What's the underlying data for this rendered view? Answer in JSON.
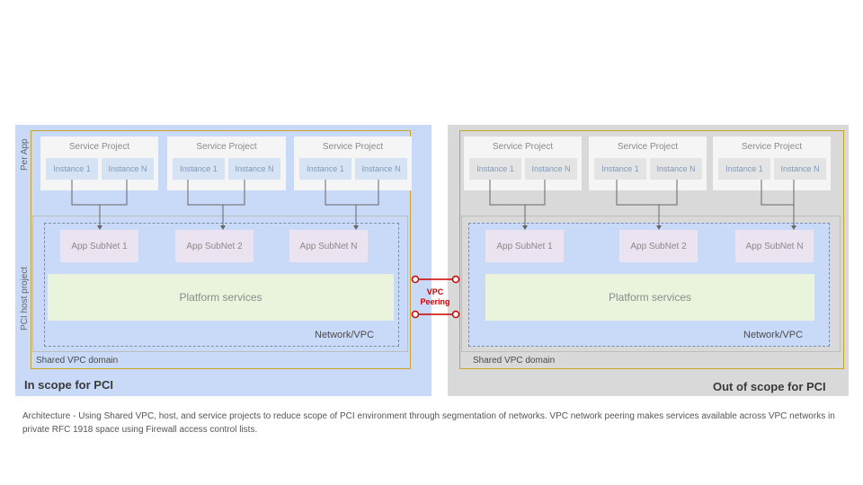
{
  "left": {
    "service_projects": [
      {
        "title": "Service Project",
        "instance_1": "Instance 1",
        "instance_n": "Instance N"
      },
      {
        "title": "Service Project",
        "instance_1": "Instance 1",
        "instance_n": "Instance N"
      },
      {
        "title": "Service Project",
        "instance_1": "Instance 1",
        "instance_n": "Instance N"
      }
    ],
    "subnets": [
      "App SubNet 1",
      "App SubNet 2",
      "App SubNet N"
    ],
    "platform": "Platform services",
    "network": "Network/VPC",
    "domain": "Shared VPC domain",
    "scope": "In scope for PCI",
    "per_app": "Per App",
    "host_project": "PCI host project"
  },
  "right": {
    "service_projects": [
      {
        "title": "Service Project",
        "instance_1": "Instance 1",
        "instance_n": "Instance N"
      },
      {
        "title": "Service Project",
        "instance_1": "Instance 1",
        "instance_n": "Instance N"
      },
      {
        "title": "Service Project",
        "instance_1": "Instance 1",
        "instance_n": "Instance N"
      }
    ],
    "subnets": [
      "App SubNet 1",
      "App SubNet 2",
      "App SubNet N"
    ],
    "platform": "Platform services",
    "network": "Network/VPC",
    "domain": "Shared VPC domain",
    "scope": "Out of scope for PCI"
  },
  "peering": {
    "line1": "VPC",
    "line2": "Peering",
    "color": "#cc0000"
  },
  "caption": "Architecture - Using Shared VPC, host, and service projects to reduce scope of PCI environment through segmentation of networks. VPC network peering makes services available across VPC networks in private RFC 1918 space using Firewall access control lists."
}
